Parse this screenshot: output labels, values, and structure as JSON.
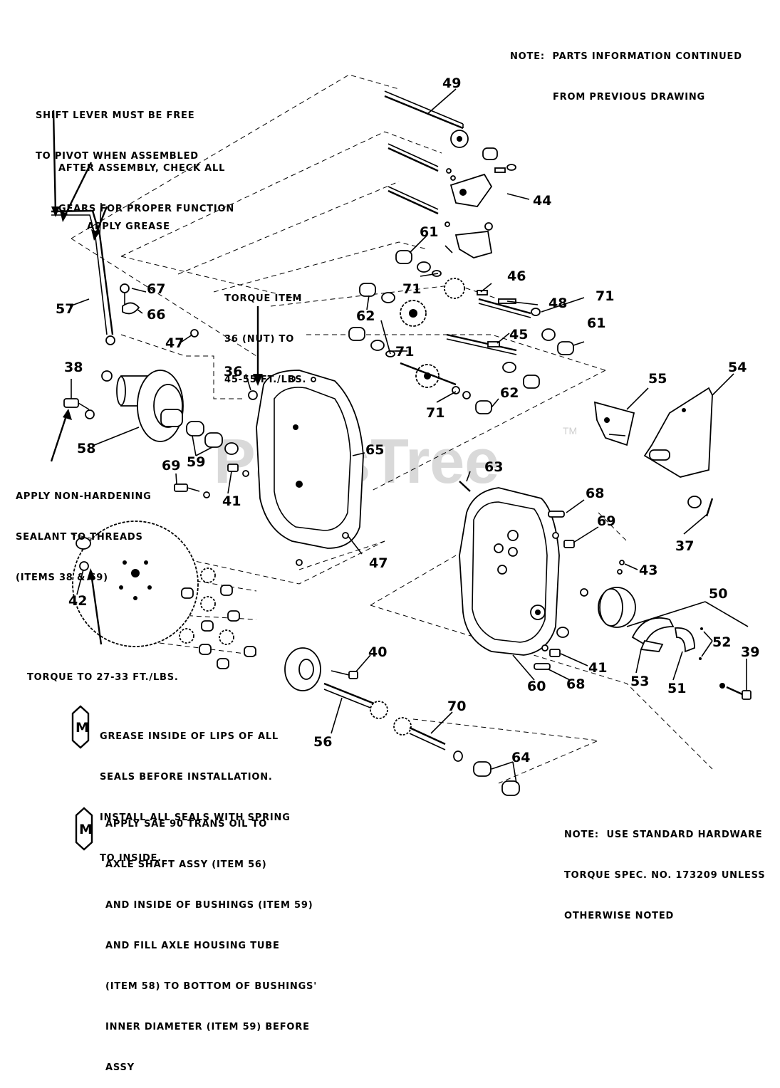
{
  "notes": {
    "top_note_1": "NOTE:  PARTS INFORMATION CONTINUED",
    "top_note_2": "FROM PREVIOUS DRAWING",
    "shift_lever_1": "SHIFT LEVER MUST BE FREE",
    "shift_lever_2": "TO PIVOT WHEN ASSEMBLED",
    "after_assembly_1": "AFTER ASSEMBLY, CHECK ALL",
    "after_assembly_2": "GEARS FOR PROPER FUNCTION",
    "apply_grease": "APPLY GREASE",
    "torque_item_1": "TORQUE ITEM",
    "torque_item_2": "36 (NUT) TO",
    "torque_item_3": "45-55 FT./LBS.",
    "sealant_1": "APPLY NON-HARDENING",
    "sealant_2": "SEALANT TO THREADS",
    "sealant_3": "(ITEMS 38 & 69)",
    "torque_gear": "TORQUE TO 27-33 FT./LBS.",
    "grease_seals_1": "GREASE INSIDE OF LIPS OF ALL",
    "grease_seals_2": "SEALS BEFORE INSTALLATION.",
    "grease_seals_3": "INSTALL ALL SEALS WITH SPRING",
    "grease_seals_4": "TO INSIDE.",
    "oil_1": "APPLY SAE 90 TRANS OIL TO",
    "oil_2": "AXLE SHAFT ASSY (ITEM 56)",
    "oil_3": "AND INSIDE OF BUSHINGS (ITEM 59)",
    "oil_4": "AND FILL AXLE HOUSING TUBE",
    "oil_5": "(ITEM 58) TO BOTTOM OF BUSHINGS'",
    "oil_6": "INNER DIAMETER (ITEM 59) BEFORE",
    "oil_7": "ASSY",
    "hardware_1": "NOTE:  USE STANDARD HARDWARE",
    "hardware_2": "TORQUE SPEC. NO. 173209 UNLESS",
    "hardware_3": "OTHERWISE NOTED"
  },
  "symbols": {
    "m_symbol": "M"
  },
  "watermark": {
    "brand": "PartsTree",
    "tm": "TM"
  },
  "callouts": {
    "c49": "49",
    "c44": "44",
    "c61a": "61",
    "c61b": "61",
    "c67": "67",
    "c66": "66",
    "c71a": "71",
    "c71b": "71",
    "c71c": "71",
    "c71d": "71",
    "c46": "46",
    "c48": "48",
    "c62a": "62",
    "c62b": "62",
    "c45": "45",
    "c57": "57",
    "c47a": "47",
    "c47b": "47",
    "c38": "38",
    "c36": "36",
    "c55": "55",
    "c54": "54",
    "c58": "58",
    "c65": "65",
    "c59": "59",
    "c69a": "69",
    "c69b": "69",
    "c41a": "41",
    "c41b": "41",
    "c63": "63",
    "c68a": "68",
    "c68b": "68",
    "c37": "37",
    "c43": "43",
    "c50": "50",
    "c42": "42",
    "c52": "52",
    "c40": "40",
    "c39": "39",
    "c53": "53",
    "c51": "51",
    "c60": "60",
    "c56": "56",
    "c70": "70",
    "c64": "64"
  }
}
